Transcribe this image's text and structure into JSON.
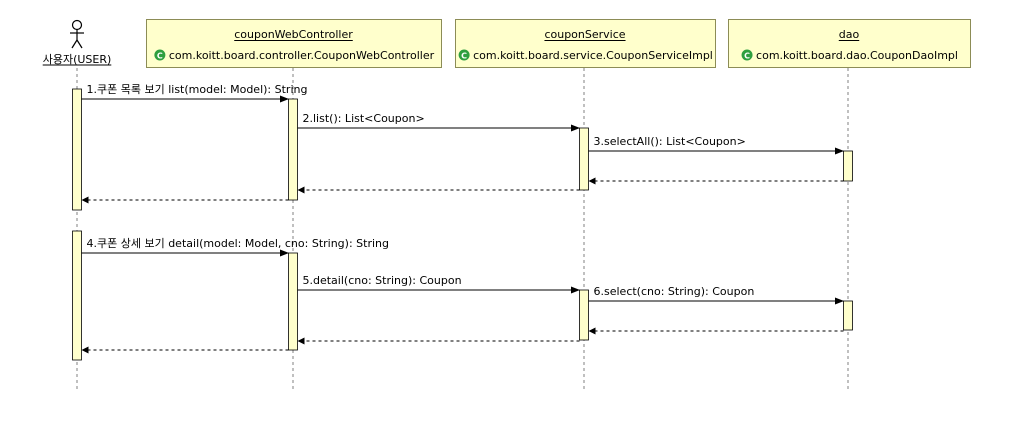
{
  "colors": {
    "box_fill": "#FFFFCC",
    "box_stroke": "#8C8C56",
    "line": "#000000",
    "lifeline": "#808080",
    "class_icon": "#2E9F3F"
  },
  "participants": [
    {
      "id": "user",
      "kind": "actor",
      "name": "사용자(USER)"
    },
    {
      "id": "controller",
      "kind": "object",
      "name": "couponWebController",
      "type": "com.koitt.board.controller.CouponWebController",
      "icon": "class-icon"
    },
    {
      "id": "service",
      "kind": "object",
      "name": "couponService",
      "type": "com.koitt.board.service.CouponServiceImpl",
      "icon": "class-icon"
    },
    {
      "id": "dao",
      "kind": "object",
      "name": "dao",
      "type": "com.koitt.board.dao.CouponDaoImpl",
      "icon": "class-icon"
    }
  ],
  "messages": [
    {
      "from": "user",
      "to": "controller",
      "kind": "call",
      "label": "1.쿠폰 목록 보기 list(model: Model): String"
    },
    {
      "from": "controller",
      "to": "service",
      "kind": "call",
      "label": "2.list(): List<Coupon>"
    },
    {
      "from": "service",
      "to": "dao",
      "kind": "call",
      "label": "3.selectAll(): List<Coupon>"
    },
    {
      "from": "dao",
      "to": "service",
      "kind": "return",
      "label": ""
    },
    {
      "from": "service",
      "to": "controller",
      "kind": "return",
      "label": ""
    },
    {
      "from": "controller",
      "to": "user",
      "kind": "return",
      "label": ""
    },
    {
      "from": "user",
      "to": "controller",
      "kind": "call",
      "label": "4.쿠폰 상세 보기 detail(model: Model, cno: String): String"
    },
    {
      "from": "controller",
      "to": "service",
      "kind": "call",
      "label": "5.detail(cno: String): Coupon"
    },
    {
      "from": "service",
      "to": "dao",
      "kind": "call",
      "label": "6.select(cno: String): Coupon"
    },
    {
      "from": "dao",
      "to": "service",
      "kind": "return",
      "label": ""
    },
    {
      "from": "service",
      "to": "controller",
      "kind": "return",
      "label": ""
    },
    {
      "from": "controller",
      "to": "user",
      "kind": "return",
      "label": ""
    }
  ]
}
